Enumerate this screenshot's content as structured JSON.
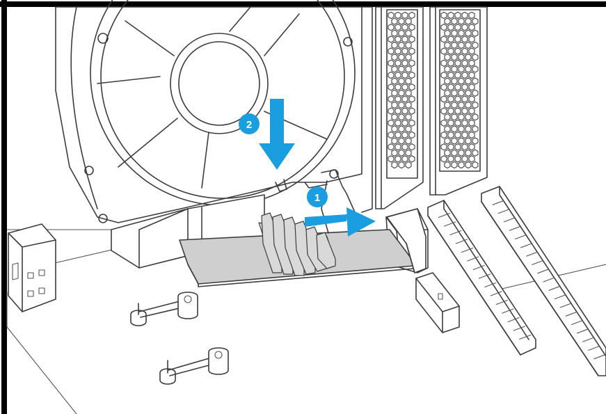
{
  "steps": [
    {
      "number": "1"
    },
    {
      "number": "2"
    }
  ],
  "colors": {
    "accent": "#1a9ee0",
    "outline": "#3c3c3c",
    "card": "#cfcfcf",
    "background": "#ffffff"
  },
  "icons": {
    "step_1": "numbered-circle",
    "step_2": "numbered-circle",
    "insert_direction": "arrow-right",
    "press_direction": "arrow-down"
  }
}
